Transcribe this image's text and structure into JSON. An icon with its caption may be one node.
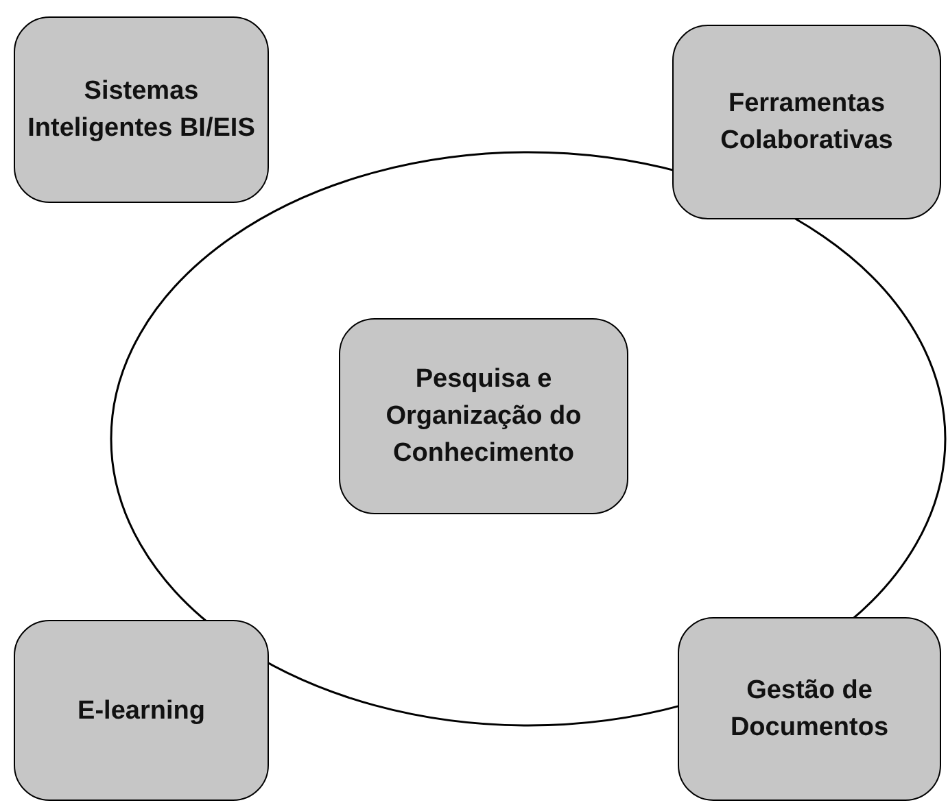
{
  "diagram": {
    "nodes": [
      {
        "text": [
          "Sistemas Inteligentes BI/EIS"
        ]
      },
      {
        "text": [
          "Ferramentas Colaborativas"
        ]
      },
      {
        "text": [],
        "shape": "ellipse"
      },
      {
        "text": [
          "Pesquisa e Organização do Conhecimento"
        ],
        "in": 2
      },
      {
        "text": [
          "E-learning"
        ]
      },
      {
        "text": [
          "Gestão de Documentos"
        ]
      }
    ]
  }
}
